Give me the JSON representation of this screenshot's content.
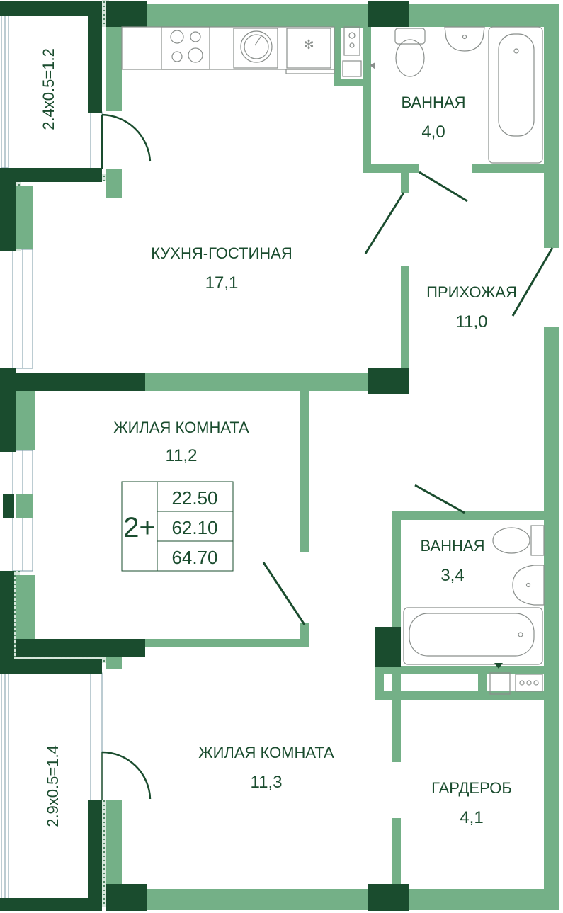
{
  "rooms": {
    "kitchen": {
      "name": "КУХНЯ-ГОСТИНАЯ",
      "area": "17,1"
    },
    "bath1": {
      "name": "ВАННАЯ",
      "area": "4,0"
    },
    "hall": {
      "name": "ПРИХОЖАЯ",
      "area": "11,0"
    },
    "living1": {
      "name": "ЖИЛАЯ КОМНАТА",
      "area": "11,2"
    },
    "bath2": {
      "name": "ВАННАЯ",
      "area": "3,4"
    },
    "living2": {
      "name": "ЖИЛАЯ КОМНАТА",
      "area": "11,3"
    },
    "wardrobe": {
      "name": "ГАРДЕРОБ",
      "area": "4,1"
    }
  },
  "balconies": {
    "top": "2.4x0.5=1.2",
    "bottom": "2.9x0.5=1.4"
  },
  "legend": {
    "type": "2+",
    "areas": [
      "22.50",
      "62.10",
      "64.70"
    ]
  },
  "colors": {
    "wall_light": "#74b087",
    "wall_dark": "#1a4c2e",
    "text": "#1a4c2e"
  }
}
